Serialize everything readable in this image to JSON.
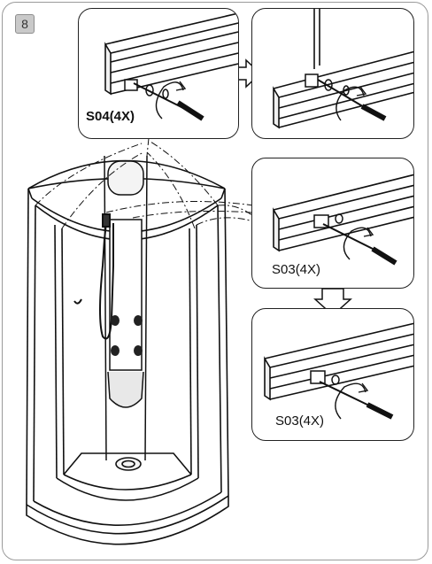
{
  "step": {
    "number": "8"
  },
  "callouts": {
    "top_left": {
      "screw_label": "S04(4X)"
    },
    "top_right": {},
    "mid_right": {
      "screw_label": "S03(4X)"
    },
    "bottom_right": {
      "screw_label": "S03(4X)"
    }
  },
  "icons": [
    "screwdriver-icon",
    "rotation-arrow-icon",
    "flow-arrow-right-icon",
    "flow-arrow-down-icon"
  ],
  "colors": {
    "line": "#111111",
    "frame": "#9a9a9a",
    "badge": "#c9c9c9",
    "panel": "#ffffff"
  }
}
